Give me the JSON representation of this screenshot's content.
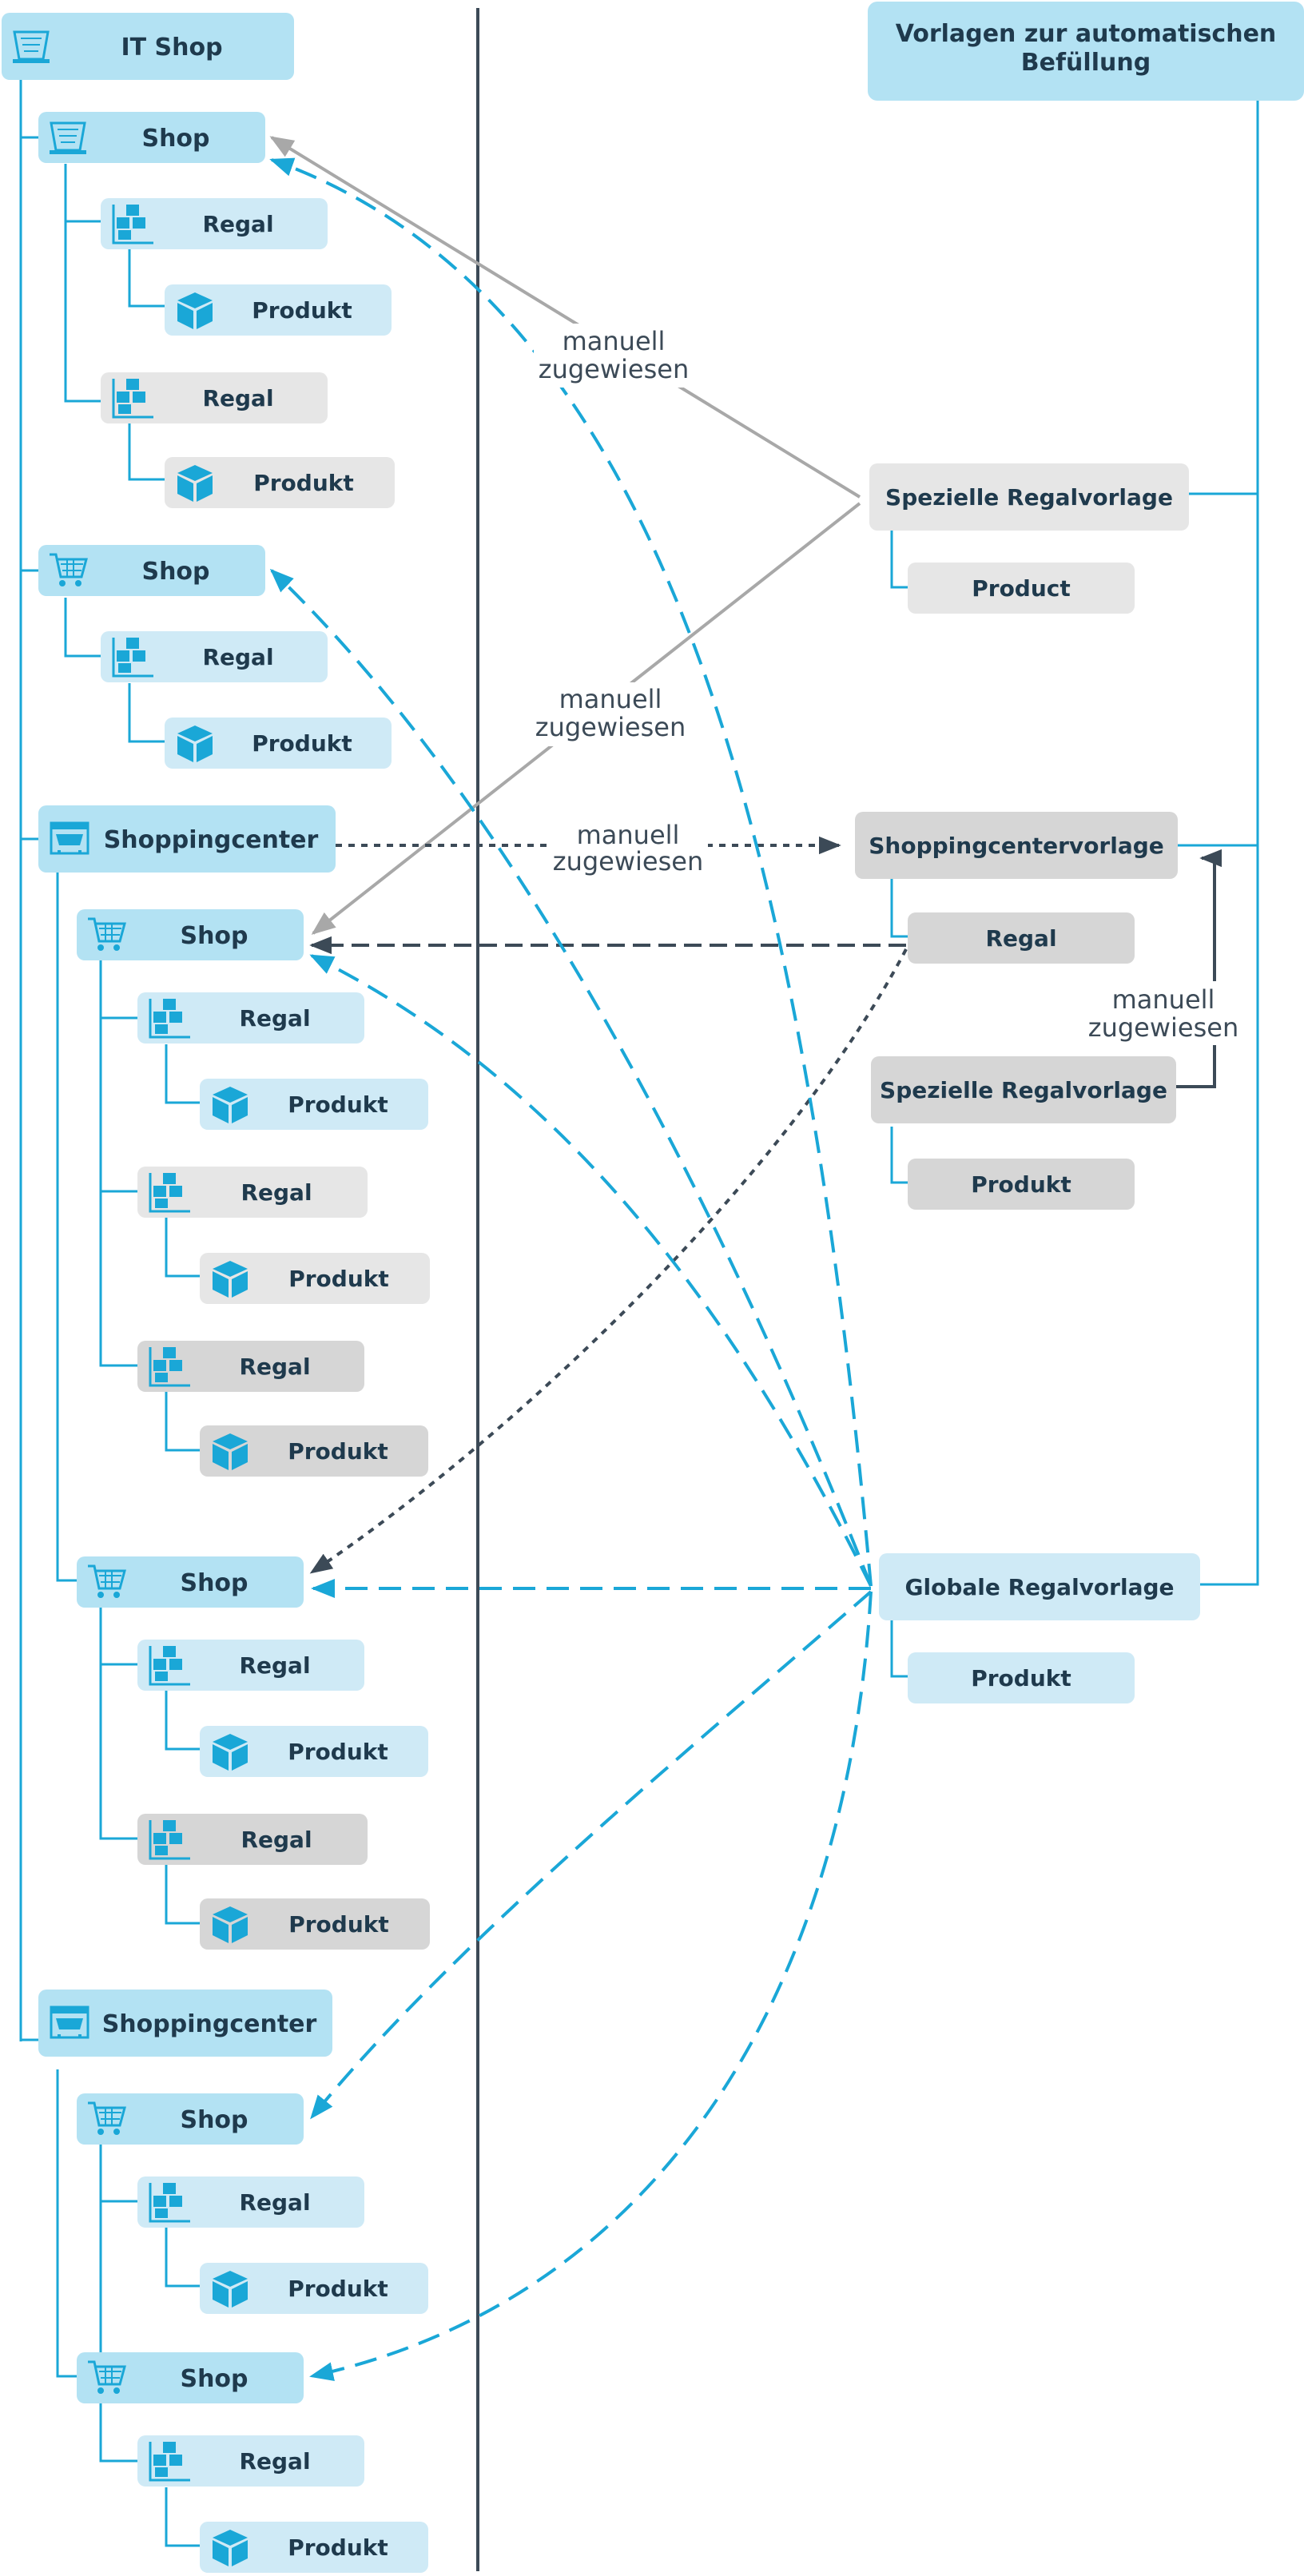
{
  "colors": {
    "node_light_blue": "#cfeaf6",
    "node_blue": "#b3e2f3",
    "node_light_grey": "#e6e6e6",
    "node_grey": "#d6d6d6",
    "tree_line": "#1aa7d7",
    "auto_arrow": "#1aa7d7",
    "manual_arrow": "#a8a8a8",
    "dark_arrow": "#3c4a57",
    "separator": "#3c4a57",
    "text": "#1f3a4d"
  },
  "left_tree": {
    "root": {
      "label": "IT Shop",
      "icon": "shop-basket-icon"
    },
    "shop1": {
      "label": "Shop",
      "icon": "shop-basket-icon"
    },
    "shop1_regal1": {
      "label": "Regal",
      "icon": "shelf-icon"
    },
    "shop1_produkt1": {
      "label": "Produkt",
      "icon": "product-box-icon"
    },
    "shop1_regal2": {
      "label": "Regal",
      "icon": "shelf-icon"
    },
    "shop1_produkt2": {
      "label": "Produkt",
      "icon": "product-box-icon"
    },
    "shop2": {
      "label": "Shop",
      "icon": "shopping-cart-icon"
    },
    "shop2_regal": {
      "label": "Regal",
      "icon": "shelf-icon"
    },
    "shop2_produkt": {
      "label": "Produkt",
      "icon": "product-box-icon"
    },
    "center1": {
      "label": "Shoppingcenter",
      "icon": "shopping-center-icon"
    },
    "center1_shop1": {
      "label": "Shop",
      "icon": "shopping-cart-icon"
    },
    "center1_shop1_regal1": {
      "label": "Regal",
      "icon": "shelf-icon"
    },
    "center1_shop1_produkt1": {
      "label": "Produkt",
      "icon": "product-box-icon"
    },
    "center1_shop1_regal2": {
      "label": "Regal",
      "icon": "shelf-icon"
    },
    "center1_shop1_produkt2": {
      "label": "Produkt",
      "icon": "product-box-icon"
    },
    "center1_shop1_regal3": {
      "label": "Regal",
      "icon": "shelf-icon"
    },
    "center1_shop1_produkt3": {
      "label": "Produkt",
      "icon": "product-box-icon"
    },
    "center1_shop2": {
      "label": "Shop",
      "icon": "shopping-cart-icon"
    },
    "center1_shop2_regal1": {
      "label": "Regal",
      "icon": "shelf-icon"
    },
    "center1_shop2_produkt1": {
      "label": "Produkt",
      "icon": "product-box-icon"
    },
    "center1_shop2_regal2": {
      "label": "Regal",
      "icon": "shelf-icon"
    },
    "center1_shop2_produkt2": {
      "label": "Produkt",
      "icon": "product-box-icon"
    },
    "center2": {
      "label": "Shoppingcenter",
      "icon": "shopping-center-icon"
    },
    "center2_shop1": {
      "label": "Shop",
      "icon": "shopping-cart-icon"
    },
    "center2_shop1_regal": {
      "label": "Regal",
      "icon": "shelf-icon"
    },
    "center2_shop1_produkt": {
      "label": "Produkt",
      "icon": "product-box-icon"
    },
    "center2_shop2": {
      "label": "Shop",
      "icon": "shopping-cart-icon"
    },
    "center2_shop2_regal": {
      "label": "Regal",
      "icon": "shelf-icon"
    },
    "center2_shop2_produkt": {
      "label": "Produkt",
      "icon": "product-box-icon"
    }
  },
  "templates": {
    "header": {
      "line1": "Vorlagen zur automatischen",
      "line2": "Befüllung"
    },
    "special_shelf_1": {
      "label": "Spezielle Regalvorlage"
    },
    "special_shelf_1_product": {
      "label": "Product"
    },
    "shopping_center_template": {
      "label": "Shoppingcentervorlage"
    },
    "shopping_center_template_regal": {
      "label": "Regal"
    },
    "special_shelf_2": {
      "label": "Spezielle Regalvorlage"
    },
    "special_shelf_2_product": {
      "label": "Produkt"
    },
    "global_shelf": {
      "label": "Globale Regalvorlage"
    },
    "global_shelf_product": {
      "label": "Produkt"
    }
  },
  "edge_labels": {
    "manual_1": {
      "line1": "manuell",
      "line2": "zugewiesen"
    },
    "manual_2": {
      "line1": "manuell",
      "line2": "zugewiesen"
    },
    "manual_3": {
      "line1": "manuell",
      "line2": "zugewiesen"
    },
    "manual_4": {
      "line1": "manuell",
      "line2": "zugewiesen"
    }
  }
}
